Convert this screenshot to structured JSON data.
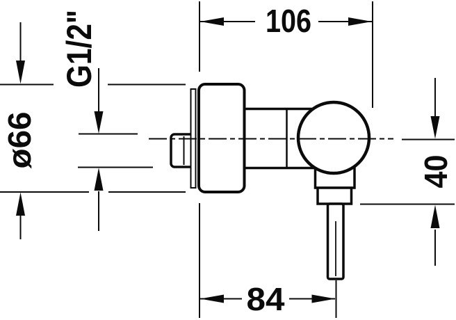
{
  "drawing": {
    "type": "technical-dimension-drawing",
    "subject": "shower mixer valve, side view",
    "line_color": "#0b0b0b",
    "background_color": "#ffffff",
    "dimensions": {
      "overall_depth": "106",
      "lower_depth": "84",
      "handle_height": "40",
      "flange_diameter": "ø66",
      "thread_size": "G1/2\""
    }
  }
}
